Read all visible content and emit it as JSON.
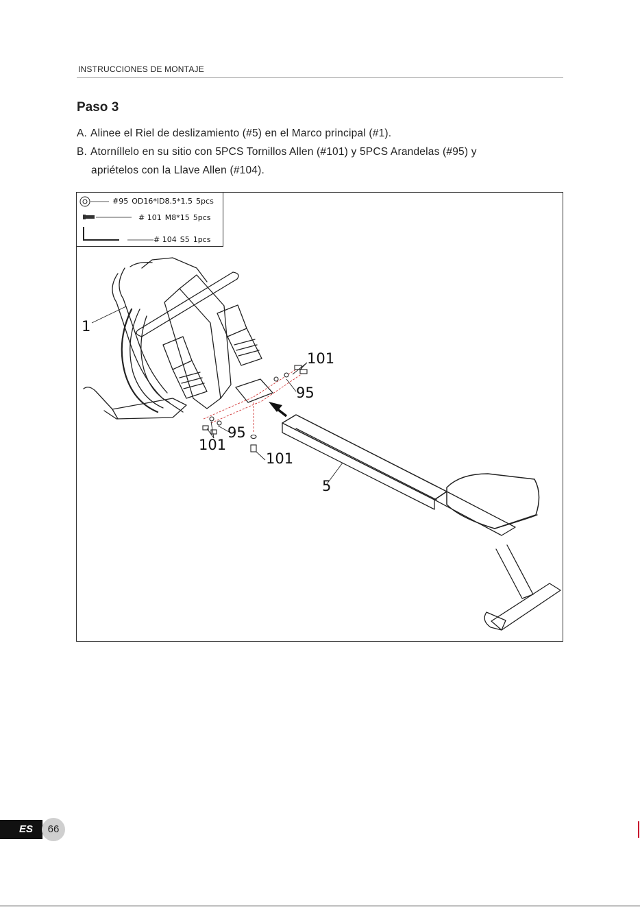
{
  "header": {
    "section": "INSTRUCCIONES DE MONTAJE"
  },
  "step": {
    "title": "Paso 3",
    "instructions": [
      {
        "letter": "A.",
        "text": "Alinee el Riel de deslizamiento (#5) en el Marco principal (#1)."
      },
      {
        "letter": "B.",
        "text": "Atorníllelo en su sitio con 5PCS Tornillos Allen (#101) y 5PCS Arandelas (#95) y"
      }
    ],
    "instruction_continuation": "apriételos con la Llave Allen (#104)."
  },
  "parts": [
    {
      "id": "#95",
      "spec": "OD16*ID8.5*1.5",
      "qty": "5pcs",
      "icon": "washer-icon"
    },
    {
      "id": "# 101",
      "spec": "M8*15",
      "qty": "5pcs",
      "icon": "bolt-icon"
    },
    {
      "id": "# 104",
      "spec": "S5",
      "qty": "1pcs",
      "icon": "allen-key-icon"
    }
  ],
  "callouts": {
    "main_frame": "1",
    "bolt_top": "101",
    "washer_top": "95",
    "bolt_left": "101",
    "washer_left": "95",
    "bolt_bottom": "101",
    "slide_rail": "5"
  },
  "footer": {
    "lang": "ES",
    "page": "66"
  }
}
